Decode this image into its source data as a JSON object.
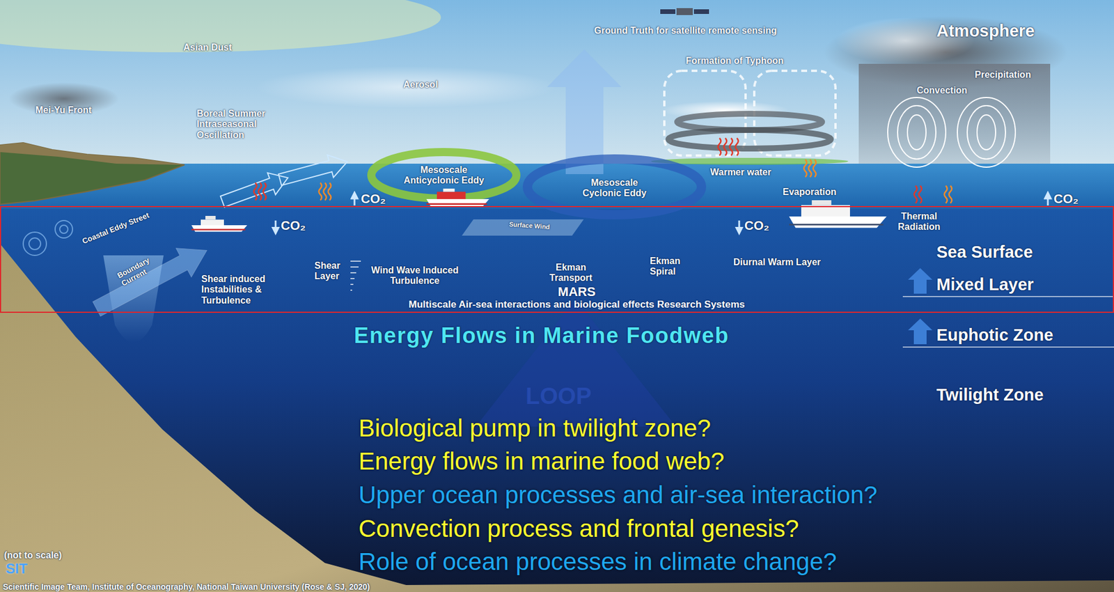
{
  "diagram": {
    "nodes": [
      {
        "text": [
          "MARS",
          "Multiscale Air-sea interactions and biological effects Research Systems"
        ]
      }
    ],
    "labels": [
      "Ground Truth for satellite remote sensing",
      "Atmosphere",
      "Asian Dust",
      "Formation of Typhoon",
      "Precipitation",
      "Aerosol",
      "Convection",
      "Mei-Yu Front",
      "Boreal Summer Intraseasonal Oscillation",
      "Mesoscale Anticyclonic Eddy",
      "Warmer water",
      "Mesoscale Cyclonic Eddy",
      "Evaporation",
      "Coastal Eddy Street",
      "Boundary Current",
      "CO₂",
      "CO₂",
      "CO₂",
      "CO₂",
      "Surface Wind",
      "Thermal Radiation",
      "Sea Surface",
      "Shear Layer",
      "Shear induced Instabilities & Turbulence",
      "Wind Wave Induced Turbulence",
      "Ekman Transport",
      "Ekman Spiral",
      "Diurnal Warm Layer",
      "Mixed Layer",
      "Energy Flows in Marine Foodweb",
      "Euphotic Zone",
      "LOOP",
      "Twilight Zone",
      "Biological pump in twilight zone?",
      "Energy flows in marine food web?",
      "Upper ocean processes and air-sea interaction?",
      "Convection process and frontal genesis?",
      "Role of ocean processes in climate change?",
      "(not to scale)",
      "SIT",
      "Scientific Image Team, Institute of Oceanography, National Taiwan University (Rose & SJ, 2020)"
    ]
  }
}
